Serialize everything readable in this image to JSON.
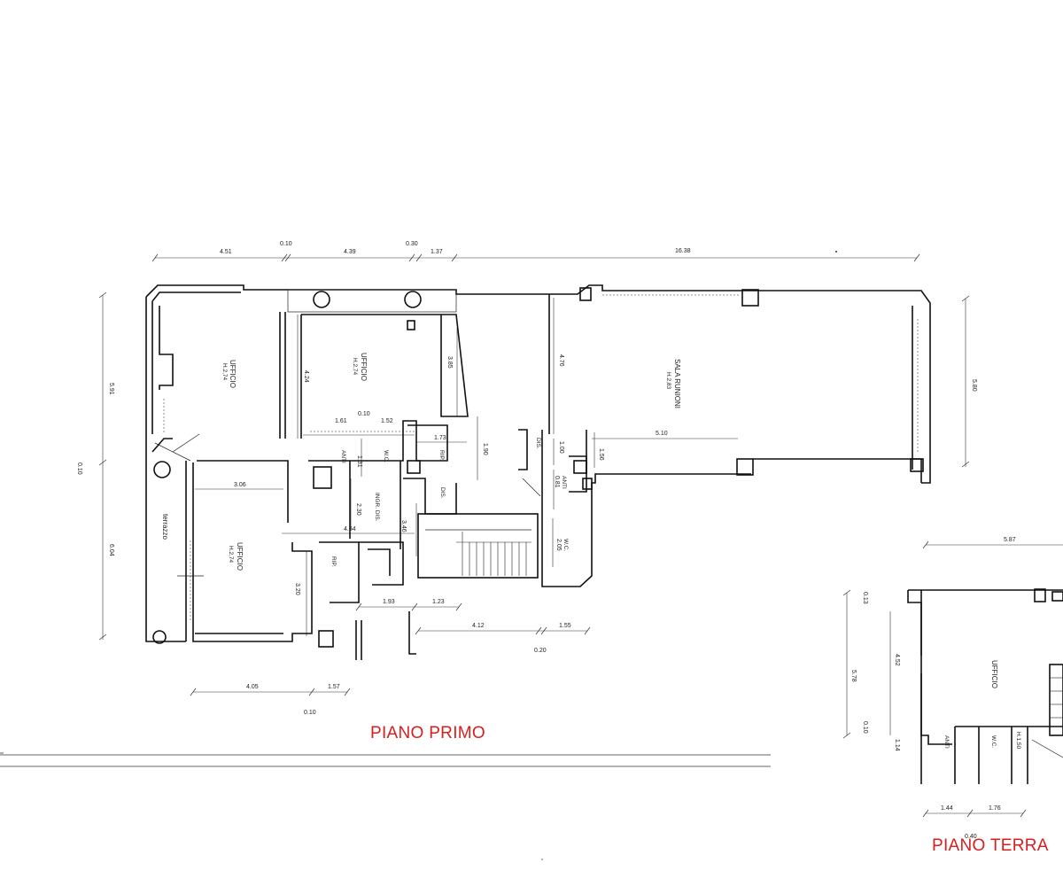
{
  "titles": {
    "first_floor": "PIANO PRIMO",
    "ground_floor": "PIANO  TERRA"
  },
  "rooms": {
    "ufficio_left": {
      "name": "UFFICIO",
      "height": "H.2,74"
    },
    "ufficio_center": {
      "name": "UFFICIO",
      "height": "H.2,74"
    },
    "ufficio_lower": {
      "name": "UFFICIO",
      "height": "H.2,74"
    },
    "sala_riunioni": {
      "name": "SALA RUNIONI",
      "height": "H.2,83"
    },
    "terrazzo": "terrazzo",
    "rip_1": "RIP.",
    "rip_2": "RIP.",
    "wc_1": "W.C.",
    "wc_2": "W.C.",
    "anti_1": "ANTI",
    "anti_2": "ANTI",
    "dis_1": "DIS.",
    "dis_2": "DIS.",
    "ingr_dis": "INGR. DIS.",
    "gt_ufficio": "UFFICIO",
    "gt_anti": "ANTI",
    "gt_wc": "W.C.",
    "gt_h": "H.1,50"
  },
  "dimensions": {
    "top": [
      "4.51",
      "0.10",
      "4.39",
      "0.30",
      "1.37",
      "16.38"
    ],
    "left": [
      "5.91",
      "0.10",
      "6.04"
    ],
    "right": "5.80",
    "inner": {
      "d424": "4.24",
      "d385": "3.85",
      "d476": "4.76",
      "d161": "1.61",
      "d010": "0.10",
      "d152": "1.52",
      "d173": "1.73",
      "d100": "1.00",
      "d510": "5.10",
      "d131": "1.31",
      "d190": "1.90",
      "d156": "1.56",
      "d081": "0.81",
      "d306": "3.06",
      "d230": "2.30",
      "d464": "4.64",
      "d346": "3.46",
      "d205": "2.05",
      "d320": "3.20"
    },
    "bottom": {
      "d193": "1.93",
      "d123": "1.23",
      "d412": "4.12",
      "d155": "1.55",
      "d020": "0.20",
      "d405": "4.05",
      "d157": "1.57",
      "d010b": "0.10"
    },
    "ground": {
      "d587": "5.87",
      "d013": "0.13",
      "d452": "4.52",
      "d578": "5.78",
      "d010": "0.10",
      "d114": "1.14",
      "d144": "1.44",
      "d176": "1.76",
      "d040": "0.40"
    }
  }
}
